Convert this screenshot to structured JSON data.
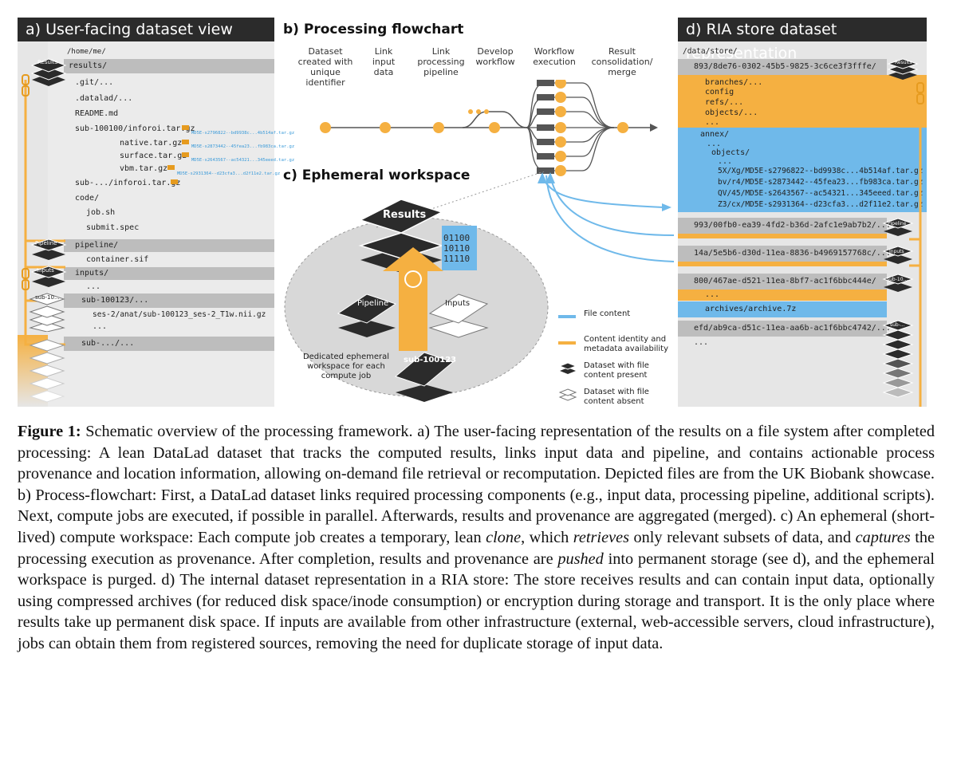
{
  "panels": {
    "a_title": "a) User-facing dataset view",
    "b_title": "b) Processing flowchart",
    "c_title": "c) Ephemeral workspace",
    "d_title": "d) RIA store dataset representation"
  },
  "panel_a": {
    "home": "/home/me/",
    "results": "results/",
    "git": ".git/...",
    "datalad": ".datalad/...",
    "readme": "README.md",
    "sub100100": "sub-100100/inforoi.tar.gz",
    "native": "native.tar.gz",
    "surface": "surface.tar.gz",
    "vbm": "vbm.tar.gz",
    "subdots": "sub-.../inforoi.tar.gz",
    "code": "code/",
    "jobsh": "job.sh",
    "submit": "submit.spec",
    "pipeline": "pipeline/",
    "container": "container.sif",
    "inputs": "inputs/",
    "dots": "...",
    "sub100123": "sub-100123/...",
    "nii": "ses-2/anat/sub-100123_ses-2_T1w.nii.gz",
    "dots2": "...",
    "subdots2": "sub-.../...",
    "link1": "MD5E-s2796822--bd9938c...4b514af.tar.gz",
    "link2": "MD5E-s2873442--45fea23...fb983ca.tar.gz",
    "link3": "MD5E-s2643567--ac54321...345eeed.tar.gz",
    "link4": "MD5E-s2931364--d23cfa3...d2f11e2.tar.gz",
    "badge_results": "Results",
    "badge_pipeline": "Pipeline",
    "badge_inputs": "Inputs",
    "badge_sub": "sub-10..."
  },
  "panel_b": {
    "steps": [
      "Dataset created with unique identifier",
      "Link input data",
      "Link processing pipeline",
      "Develop workflow",
      "Workflow execution",
      "Result consolidation/ merge"
    ]
  },
  "panel_c": {
    "results": "Results",
    "bits": [
      "01100",
      "10110",
      "11110"
    ],
    "pipeline": "Pipeline",
    "inputs": "Inputs",
    "sub": "sub-100123",
    "desc": "Dedicated ephemeral workspace for each compute job"
  },
  "legend": {
    "file": "File content",
    "identity": "Content identity and metadata availability",
    "present": "Dataset with file content present",
    "absent": "Dataset with file content absent"
  },
  "panel_d": {
    "store": "/data/store/",
    "ds1": "893/8de76-0302-45b5-9825-3c6ce3f3fffe/",
    "branches": "branches/...",
    "config": "config",
    "refs": "refs/...",
    "objects": "objects/...",
    "dots": "...",
    "annex": "annex/",
    "dots2": "...",
    "objects2": "objects/",
    "dots3": "...",
    "o1": "5X/Xg/MD5E-s2796822--bd9938c...4b514af.tar.gz",
    "o2": "bv/r4/MD5E-s2873442--45fea23...fb983ca.tar.gz",
    "o3": "QV/45/MD5E-s2643567--ac54321...345eeed.tar.gz",
    "o4": "Z3/cx/MD5E-s2931364--d23cfa3...d2f11e2.tar.gz",
    "ds2": "993/00fb0-ea39-4fd2-b36d-2afc1e9ab7b2/...",
    "ds3": "14a/5e5b6-d30d-11ea-8836-b4969157768c/...",
    "ds4": "800/467ae-d521-11ea-8bf7-ac1f6bbc444e/",
    "dots4": "...",
    "archive": "archives/archive.7z",
    "ds5": "efd/ab9ca-d51c-11ea-aa6b-ac1f6bbc4742/...",
    "dots5": "...",
    "badge_results": "Results",
    "badge_pipeline": "Pipeline",
    "badge_inputs": "Inputs",
    "badge_sub": "sub-10...",
    "badge_sub2": "sub-..."
  },
  "caption": {
    "label": "Figure 1:",
    "p1": " Schematic overview of the processing framework. a) The user-facing representation of the results on a file system after completed processing: A lean DataLad dataset that tracks the computed results, links input data and pipeline, and contains actionable process provenance and location information, allowing on-demand file retrieval or recomputation. Depicted files are from the UK Biobank showcase. b) Process-flowchart: First, a DataLad dataset links required processing components (e.g., input data, processing pipeline, additional scripts). Next, compute jobs are executed, if possible in parallel. Afterwards, results and provenance are aggregated (merged). c) An ephemeral (short-lived) compute workspace: Each compute job creates a temporary, lean ",
    "clone": "clone",
    "p2": ", which ",
    "retrieves": "retrieves",
    "p3": " only relevant subsets of data, and ",
    "captures": "captures",
    "p4": " the processing execution as provenance. After completion, results and provenance are ",
    "pushed": "pushed",
    "p5": " into permanent storage (see d), and the ephemeral workspace is purged. d) The internal dataset representation in a RIA store: The store receives results and can contain input data, optionally using compressed archives (for reduced disk space/inode consumption) or encryption during storage and transport. It is the only place where results take up permanent disk space. If inputs are available from other infrastructure (external, web-accessible servers, cloud infrastructure), jobs can obtain them from registered sources, removing the need for duplicate storage of input data."
  },
  "colors": {
    "orange": "#f5b041",
    "blue": "#6fb9ea",
    "dark": "#2b2b2b",
    "gray": "#e3e3e3"
  }
}
